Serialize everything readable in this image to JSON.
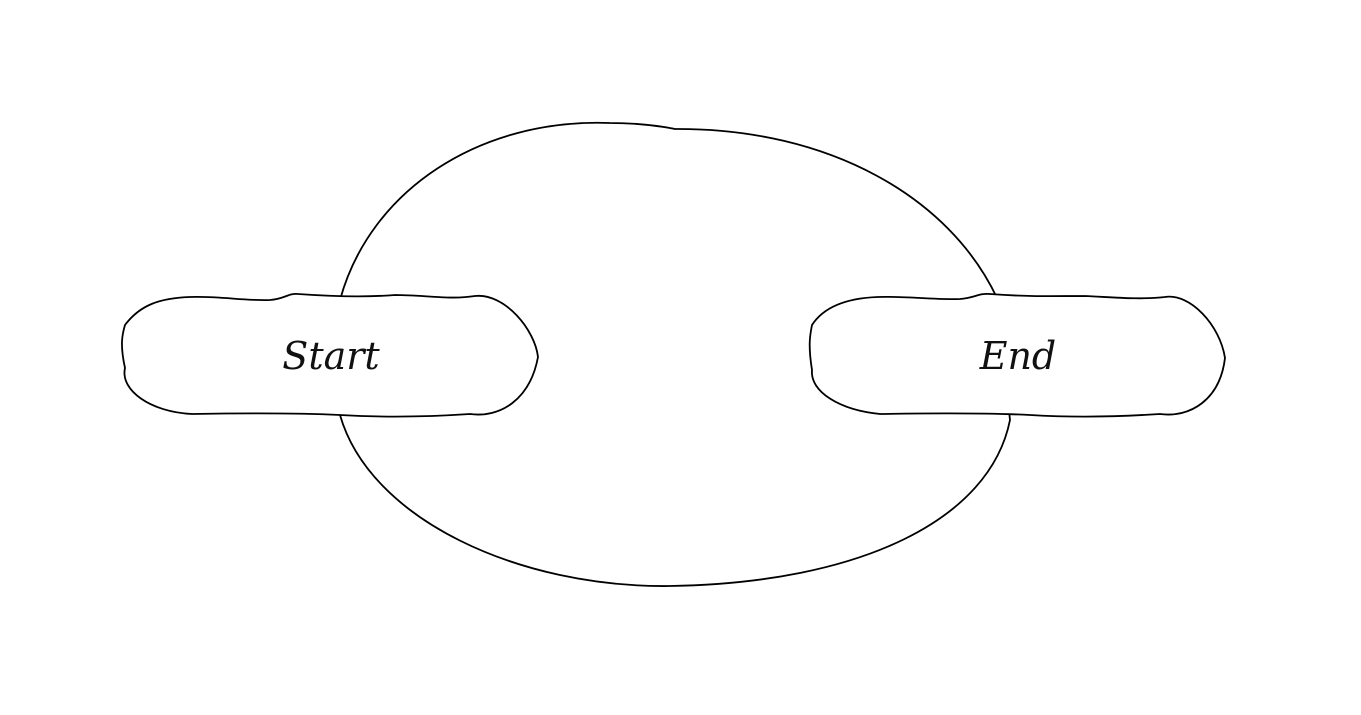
{
  "diagram": {
    "nodes": [
      {
        "id": "start",
        "label": "Start"
      },
      {
        "id": "end",
        "label": "End"
      }
    ],
    "connector": {
      "shape": "ellipse",
      "links": [
        "start",
        "end"
      ]
    },
    "colors": {
      "stroke": "#000000",
      "fill": "#ffffff",
      "text": "#111111",
      "background": "#ffffff"
    }
  }
}
